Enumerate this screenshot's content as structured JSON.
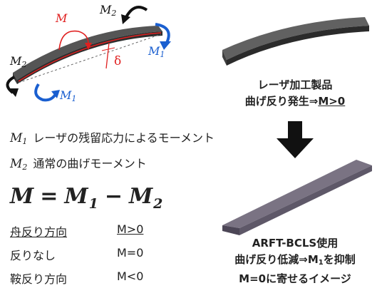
{
  "diagram": {
    "moment_label_m": "M",
    "moment_label_m2_top": "M2",
    "moment_label_m1_right": "M1",
    "moment_label_m2_left": "M2",
    "moment_label_m1_left": "M1",
    "deflection_label": "δ"
  },
  "definitions": [
    {
      "symbol": "M",
      "sub": "1",
      "text": "レーザの残留応力によるモーメント"
    },
    {
      "symbol": "M",
      "sub": "2",
      "text": "通常の曲げモーメント"
    }
  ],
  "formula": {
    "lhs": "M",
    "eq": "=",
    "t1": "M",
    "t1_sub": "1",
    "minus": "−",
    "t2": "M",
    "t2_sub": "2"
  },
  "table": [
    {
      "direction": "舟反り方向",
      "condition": "M>0",
      "underlined": true
    },
    {
      "direction": "反りなし",
      "condition": "M=0",
      "underlined": false
    },
    {
      "direction": "鞍反り方向",
      "condition": "M<0",
      "underlined": false
    }
  ],
  "caption_top": {
    "line1": "レーザ加工製品",
    "line2_prefix": "曲げ反り発生⇒",
    "line2_underlined": "M>0"
  },
  "caption_bottom": {
    "line1": "ARFT-BCLS使用",
    "line2_prefix": "曲げ反り低減⇒M",
    "line2_sub": "1",
    "line2_suffix": "を抑制",
    "line3": "M=0に寄せるイメージ"
  },
  "colors": {
    "red": "#e02020",
    "blue": "#1a5fd0",
    "black": "#111111",
    "bar_top": "#5d5d5d",
    "bar_side": "#3a3a3a",
    "product2_top": "#7a7383",
    "product2_side": "#5e5868"
  }
}
